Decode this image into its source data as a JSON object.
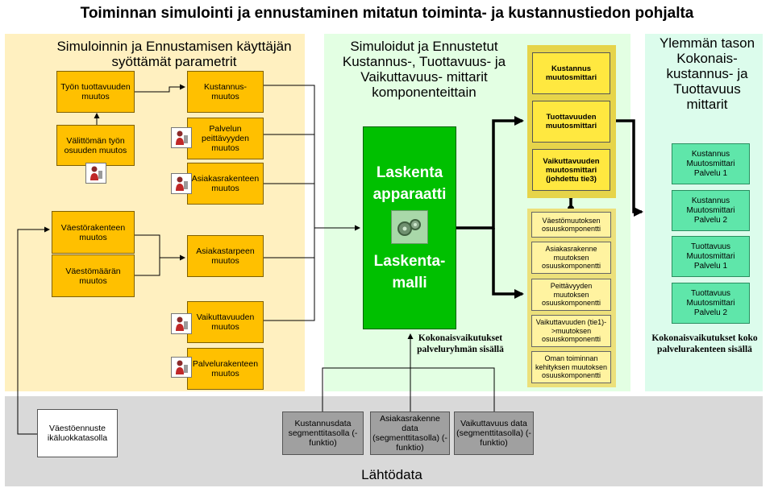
{
  "title": "Toiminnan simulointi ja ennustaminen mitatun toiminta- ja kustannustiedon pohjalta",
  "panels": {
    "left": "Simuloinnin ja Ennustamisen käyttäjän syöttämät parametrit",
    "mid": "Simuloidut ja Ennustetut Kustannus-, Tuottavuus- ja Vaikuttavuus- mittarit komponenteittain",
    "right": "Ylemmän tason Kokonais- kustannus- ja Tuottavuus mittarit",
    "bottom": "Lähtödata"
  },
  "left_boxes": {
    "tyon_tuottavuus": "Työn tuottavuuden muutos",
    "valittoman_tyon": "Välittömän työn osuuden muutos",
    "kustannusmuutos": "Kustannus- muutos",
    "palvelun_peittavyys": "Palvelun peittävyyden muutos",
    "asiakasrakenne": "Asiakasrakenteen muutos",
    "vaestorakenne": "Väestörakenteen muutos",
    "vaestomaara": "Väestömäärän muutos",
    "asiakastarve": "Asiakastarpeen muutos",
    "vaikuttavuus": "Vaikuttavuuden muutos",
    "palvelurakenne": "Palvelurakenteen muutos"
  },
  "center": {
    "line1": "Laskenta",
    "line2": "apparaatti",
    "line3": "Laskenta-",
    "line4": "malli"
  },
  "meters": {
    "kustannus": "Kustannus muutosmittari",
    "tuottavuus": "Tuottavuuden muutosmittari",
    "vaikuttavuus": "Vaikuttavuuden muutosmittari (johdettu tie3)"
  },
  "components": {
    "c1": "Väestömuutoksen osuuskomponentti",
    "c2": "Asiakasrakenne muutoksen osuuskomponentti",
    "c3": "Peittävyyden muutoksen osuuskomponentti",
    "c4": "Vaikuttavuuden (tie1)->muutoksen osuuskomponentti",
    "c5": "Oman toiminnan kehityksen muutoksen osuuskomponentti"
  },
  "notes": {
    "mid": "Kokonaisvaikutukset palveluryhmän sisällä",
    "right": "Kokonaisvaikutukset koko palvelurakenteen sisällä"
  },
  "right_boxes": {
    "r1": "Kustannus Muutosmittari Palvelu 1",
    "r2": "Kustannus Muutosmittari Palvelu 2",
    "r3": "Tuottavuus Muutosmittari Palvelu 1",
    "r4": "Tuottavuus Muutosmittari Palvelu 2"
  },
  "bottom_boxes": {
    "vaestoennuste": "Väestöennuste ikäluokkatasolla",
    "kustannusdata": "Kustannusdata segmenttitasolla (-funktio)",
    "asiakasrakennedata": "Asiakasrakenne data (segmenttitasolla) (-funktio)",
    "vaikuttavuusdata": "Vaikuttavuus data (segmenttitasolla) (-funktio)"
  },
  "colors": {
    "left_panel": "#fff0c0",
    "mid_panel": "#e3ffe3",
    "right_panel": "#dcfcec",
    "bottom_panel": "#d9d9d9",
    "param_box": "#ffc000",
    "engine_box": "#00c000",
    "meter_box": "#ffe840",
    "result_box": "#5fe6aa",
    "data_box": "#a0a0a0"
  },
  "icons": [
    "person-icon",
    "gear-engine-icon"
  ]
}
